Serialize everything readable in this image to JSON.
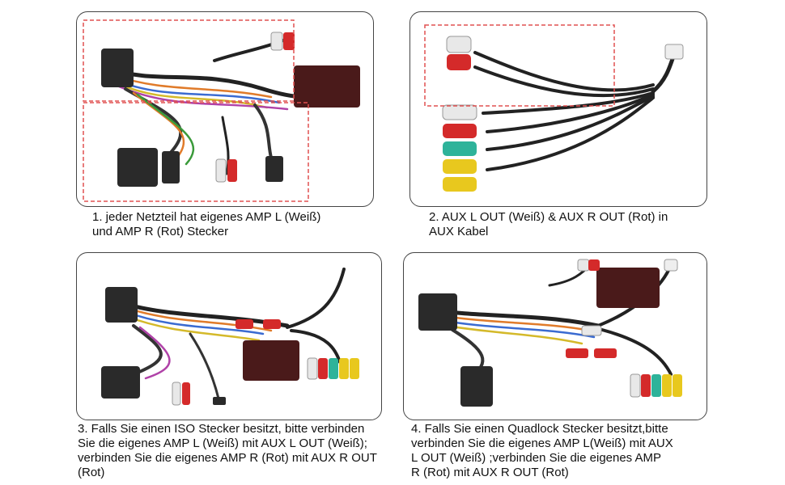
{
  "panels": [
    {
      "caption": [
        "1. jeder Netzteil hat eigenes AMP L (Weiß)",
        "und AMP R (Rot) Stecker"
      ]
    },
    {
      "caption": [
        "2. AUX L OUT (Weiß) & AUX R OUT (Rot)  in",
        "AUX Kabel"
      ]
    },
    {
      "caption": [
        "3. Falls Sie einen ISO Stecker besitzt, bitte verbinden",
        "Sie die eigenes AMP L (Weiß) mit AUX L OUT (Weiß);",
        "verbinden Sie die eigenes AMP R (Rot) mit AUX R OUT",
        "(Rot)"
      ]
    },
    {
      "caption": [
        "4. Falls Sie einen Quadlock Stecker besitzt,bitte",
        "verbinden Sie die eigenes AMP L(Weiß) mit AUX",
        "L OUT (Weiß) ;verbinden Sie die eigenes AMP",
        "R (Rot) mit AUX R OUT (Rot)"
      ]
    }
  ],
  "colors": {
    "highlight": "#e05050",
    "rca_red": "#d42a2a",
    "rca_white": "#e8e8e8",
    "rca_yellow": "#e8c81e",
    "rca_green": "#2eb39a",
    "connector": "#2a2a2a",
    "box": "#4a1a1a"
  }
}
